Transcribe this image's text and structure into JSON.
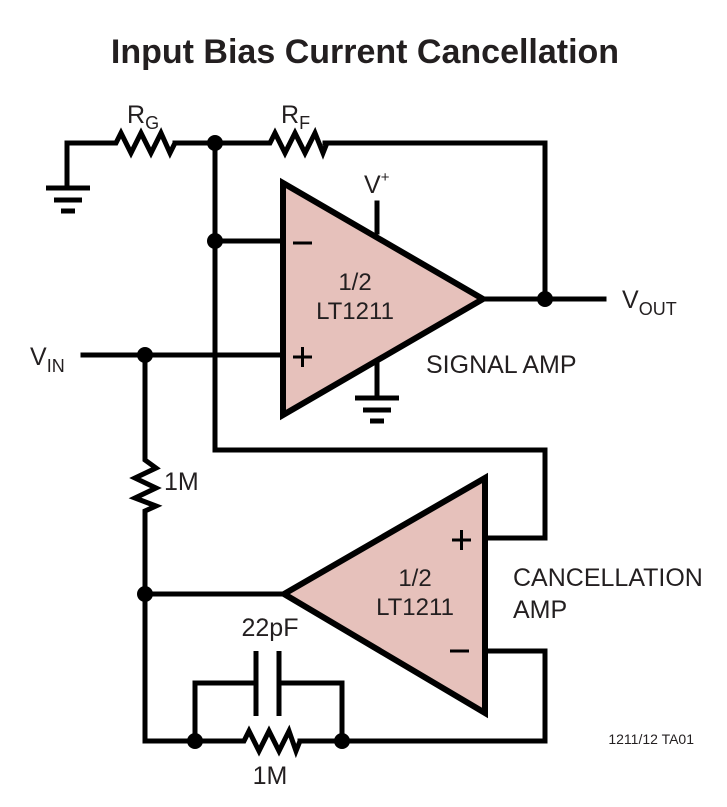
{
  "title": "Input Bias Current Cancellation",
  "colors": {
    "amp_fill": "#e6c1bb",
    "wire": "#000000",
    "text": "#231f20"
  },
  "signal_amp": {
    "part_line1": "1/2",
    "part_line2": "LT1211",
    "label": "SIGNAL AMP",
    "inverting_symbol": "−",
    "noninverting_symbol": "+"
  },
  "cancellation_amp": {
    "part_line1": "1/2",
    "part_line2": "LT1211",
    "label_line1": "CANCELLATION",
    "label_line2": "AMP",
    "inverting_symbol": "−",
    "noninverting_symbol": "+"
  },
  "labels": {
    "rg_main": "R",
    "rg_sub": "G",
    "rf_main": "R",
    "rf_sub": "F",
    "vplus_main": "V",
    "vplus_sup": "+",
    "vin_main": "V",
    "vin_sub": "IN",
    "vout_main": "V",
    "vout_sub": "OUT",
    "r_vin": "1M",
    "r_feedback": "1M",
    "cap": "22pF"
  },
  "figure_id": "1211/12 TA01"
}
